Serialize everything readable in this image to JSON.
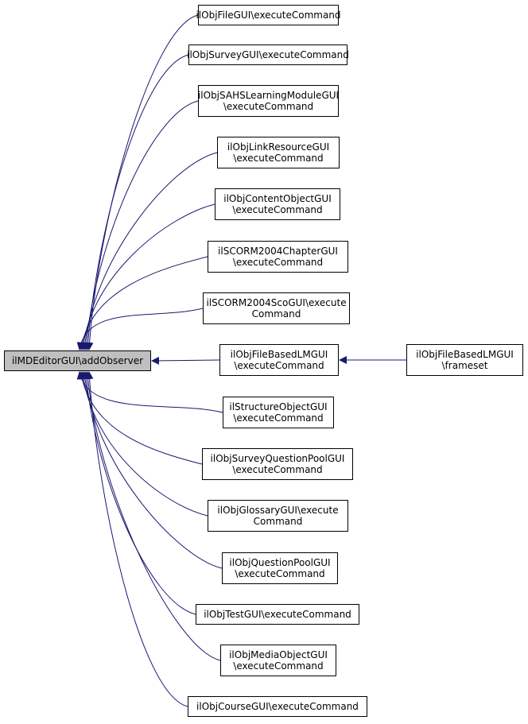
{
  "colors": {
    "edge": "#191970",
    "root_fill": "#bfbfbf",
    "node_border": "#000000"
  },
  "root": {
    "lines": [
      "ilMDEditorGUI\\addObserver"
    ]
  },
  "callers": [
    {
      "id": "n1",
      "lines": [
        "ilObjFileGUI\\executeCommand"
      ]
    },
    {
      "id": "n2",
      "lines": [
        "ilObjSurveyGUI\\executeCommand"
      ]
    },
    {
      "id": "n3",
      "lines": [
        "ilObjSAHSLearningModuleGUI",
        "\\executeCommand"
      ]
    },
    {
      "id": "n4",
      "lines": [
        "ilObjLinkResourceGUI",
        "\\executeCommand"
      ]
    },
    {
      "id": "n5",
      "lines": [
        "ilObjContentObjectGUI",
        "\\executeCommand"
      ]
    },
    {
      "id": "n6",
      "lines": [
        "ilSCORM2004ChapterGUI",
        "\\executeCommand"
      ]
    },
    {
      "id": "n7",
      "lines": [
        "ilSCORM2004ScoGUI\\execute",
        "Command"
      ]
    },
    {
      "id": "n8",
      "lines": [
        "ilObjFileBasedLMGUI",
        "\\executeCommand"
      ]
    },
    {
      "id": "n9",
      "lines": [
        "ilStructureObjectGUI",
        "\\executeCommand"
      ]
    },
    {
      "id": "n10",
      "lines": [
        "ilObjSurveyQuestionPoolGUI",
        "\\executeCommand"
      ]
    },
    {
      "id": "n11",
      "lines": [
        "ilObjGlossaryGUI\\execute",
        "Command"
      ]
    },
    {
      "id": "n12",
      "lines": [
        "ilObjQuestionPoolGUI",
        "\\executeCommand"
      ]
    },
    {
      "id": "n13",
      "lines": [
        "ilObjTestGUI\\executeCommand"
      ]
    },
    {
      "id": "n14",
      "lines": [
        "ilObjMediaObjectGUI",
        "\\executeCommand"
      ]
    },
    {
      "id": "n15",
      "lines": [
        "ilObjCourseGUI\\executeCommand"
      ]
    }
  ],
  "secondary": [
    {
      "id": "s1",
      "target": "n8",
      "lines": [
        "ilObjFileBasedLMGUI",
        "\\frameset"
      ]
    }
  ]
}
